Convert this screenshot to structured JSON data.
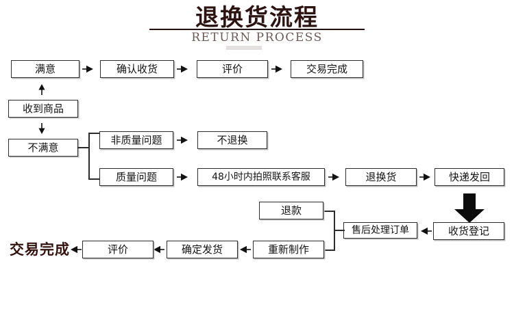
{
  "header": {
    "title_cn": "退换货流程",
    "title_en": "RETURN PROCESS"
  },
  "flow": {
    "satisfied": "满意",
    "confirm_receipt": "确认收货",
    "review_top": "评价",
    "deal_done_top": "交易完成",
    "received_goods": "收到商品",
    "not_satisfied": "不满意",
    "non_quality_issue": "非质量问题",
    "no_return": "不退换",
    "quality_issue": "质量问题",
    "photo_contact_service": "48小时内拍照联系客服",
    "return_exchange": "退换货",
    "ship_back": "快递发回",
    "receipt_register": "收货登记",
    "aftersale_order": "售后处理订单",
    "refund": "退款",
    "remake": "重新制作",
    "confirm_shipment": "确定发货",
    "review_bottom": "评价",
    "deal_done_bottom": "交易完成"
  },
  "icons": {
    "arrow_right": "arrow-right-icon",
    "arrow_left": "arrow-left-icon",
    "arrow_up": "arrow-up-icon",
    "arrow_down": "arrow-down-icon",
    "arrow_down_bold": "arrow-down-bold-icon"
  },
  "colors": {
    "title": "#2c1413",
    "subtitle": "#6b5a57",
    "accent_label": "#33120f",
    "box_border": "#2b2b2b",
    "box_shadow": "#bdbdbd",
    "background": "#ffffff"
  }
}
